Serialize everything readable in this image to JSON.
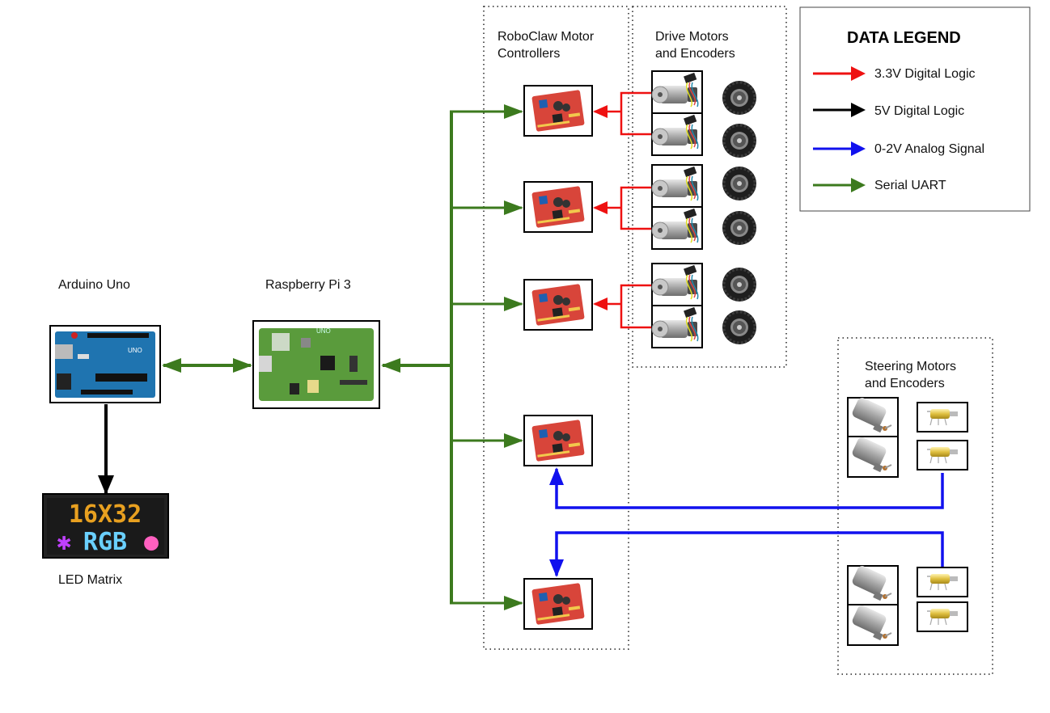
{
  "labels": {
    "arduino": "Arduino Uno",
    "raspberry": "Raspberry Pi 3",
    "led_matrix": "LED Matrix",
    "roboclaw": "RoboClaw Motor\nControllers",
    "drive": "Drive Motors\nand Encoders",
    "steering": "Steering Motors\nand Encoders"
  },
  "legend": {
    "title": "DATA LEGEND",
    "items": [
      {
        "label": "3.3V Digital Logic",
        "color": "#ee1111"
      },
      {
        "label": "5V Digital Logic",
        "color": "#000000"
      },
      {
        "label": "0-2V Analog Signal",
        "color": "#1111ee"
      },
      {
        "label": "Serial UART",
        "color": "#3c7a1e"
      }
    ]
  },
  "device_text": {
    "uno_board": "UNO",
    "rpi_board": "UNO",
    "led_line1": "16X32",
    "led_line2": "RGB"
  },
  "colors": {
    "red": "#ee1111",
    "black": "#000000",
    "blue": "#1111ee",
    "green": "#3c7a1e",
    "board_red": "#d8453a",
    "uno_blue": "#1f74b0",
    "rpi_green": "#5a9b3c"
  },
  "icons": {
    "controller": "motor-controller-board-icon",
    "motor": "gear-motor-icon",
    "wheel": "wheel-icon",
    "encoder": "potentiometer-icon"
  }
}
